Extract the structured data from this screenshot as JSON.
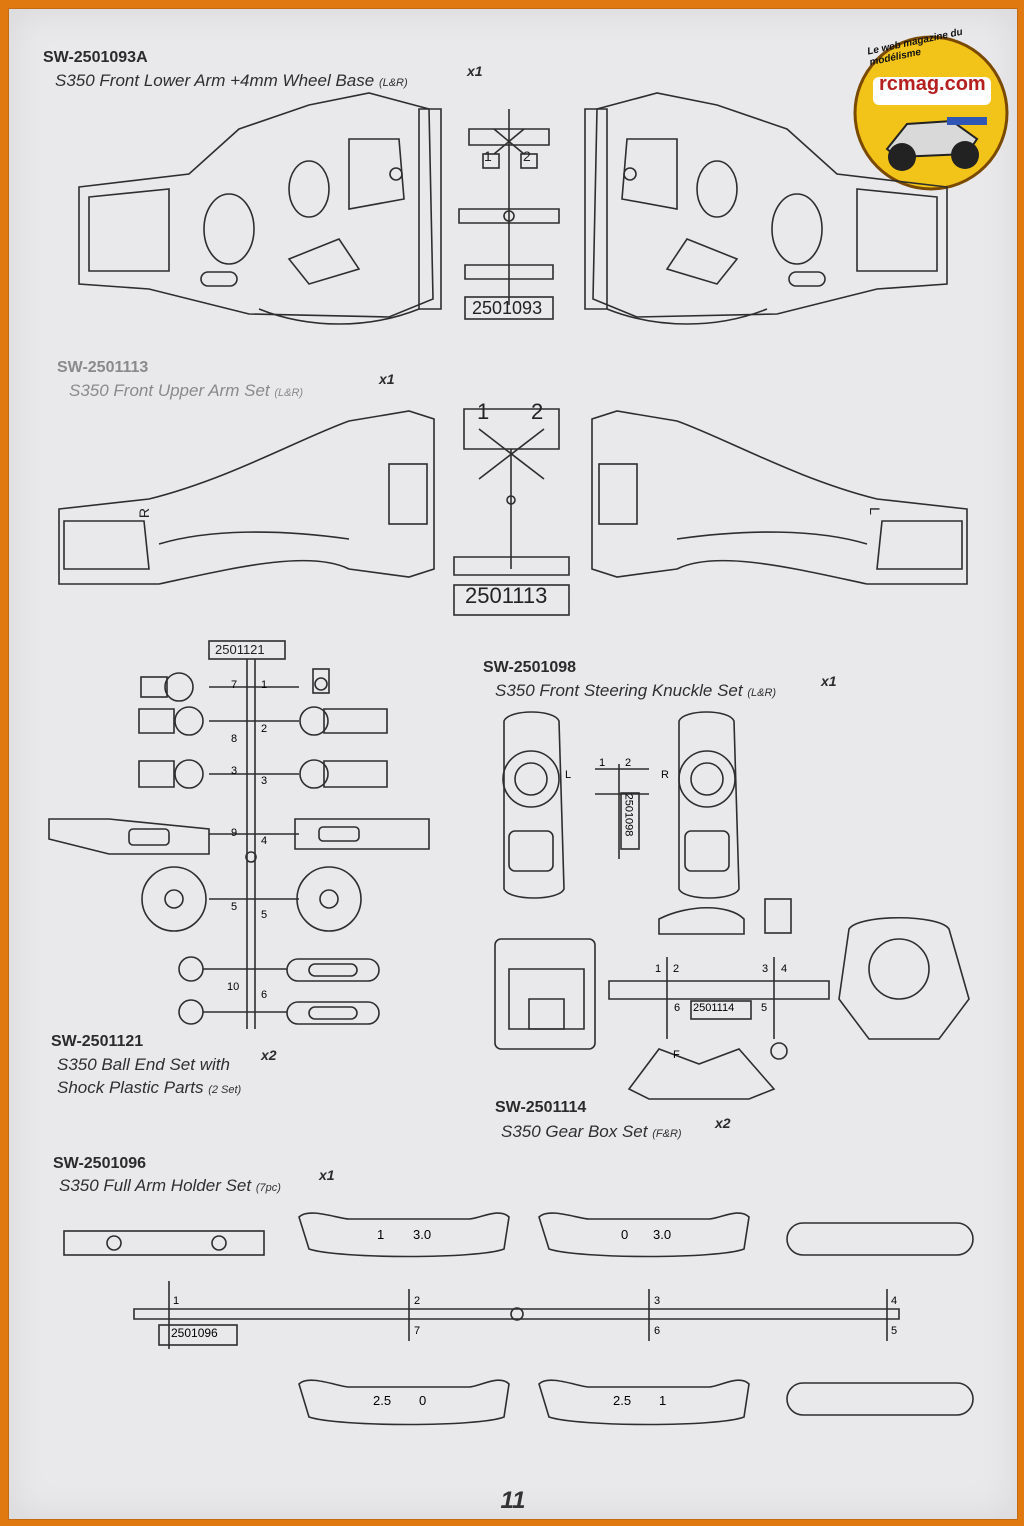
{
  "page_number": "11",
  "logo": {
    "tagline": "Le web magazine du modélisme",
    "brand": "rcmag.com"
  },
  "sections": {
    "front_lower_arm": {
      "code": "SW-2501093A",
      "title": "S350 Front Lower Arm +4mm Wheel Base",
      "suffix": "(L&R)",
      "qty": "x1",
      "sprue_label": "2501093",
      "sprue_nums": [
        "1",
        "2"
      ]
    },
    "front_upper_arm": {
      "code": "SW-2501113",
      "title": "S350 Front Upper Arm Set",
      "suffix": "(L&R)",
      "qty": "x1",
      "sprue_label": "2501113",
      "sprue_nums": [
        "1",
        "2"
      ],
      "arm_marks": [
        "R",
        "L"
      ]
    },
    "ball_end": {
      "code": "SW-2501121",
      "title_line1": "S350 Ball End Set with",
      "title_line2": "Shock Plastic Parts",
      "suffix": "(2 Set)",
      "qty": "x2",
      "sprue_label": "2501121",
      "sprue_nums_left": [
        "7",
        "8",
        "3",
        "9",
        "5",
        "10"
      ],
      "sprue_nums_right": [
        "1",
        "2",
        "3",
        "4",
        "5",
        "6"
      ]
    },
    "knuckle": {
      "code": "SW-2501098",
      "title": "S350 Front Steering Knuckle Set",
      "suffix": "(L&R)",
      "qty": "x1",
      "sprue_label": "2501098",
      "sprue_nums": [
        "1",
        "2"
      ],
      "marks": [
        "L",
        "R"
      ]
    },
    "gear_box": {
      "code": "SW-2501114",
      "title": "S350 Gear Box Set",
      "suffix": "(F&R)",
      "qty": "x2",
      "sprue_label": "2501114",
      "sprue_nums": [
        "1",
        "2",
        "3",
        "4",
        "6",
        "5"
      ],
      "mark": "F"
    },
    "arm_holder": {
      "code": "SW-2501096",
      "title": "S350 Full Arm Holder Set",
      "suffix": "(7pc)",
      "qty": "x1",
      "sprue_label": "2501096",
      "sprue_nums": [
        "1",
        "2",
        "7",
        "3",
        "6",
        "4",
        "5"
      ],
      "holder_top_a": [
        "1",
        "3.0"
      ],
      "holder_top_b": [
        "0",
        "3.0"
      ],
      "holder_bot_a": [
        "2.5",
        "0"
      ],
      "holder_bot_b": [
        "2.5",
        "1"
      ]
    }
  },
  "colors": {
    "border": "#e07a10",
    "paper": "#e9e9eb",
    "ink": "#2b2b2b",
    "logo_red": "#b51f1f"
  }
}
